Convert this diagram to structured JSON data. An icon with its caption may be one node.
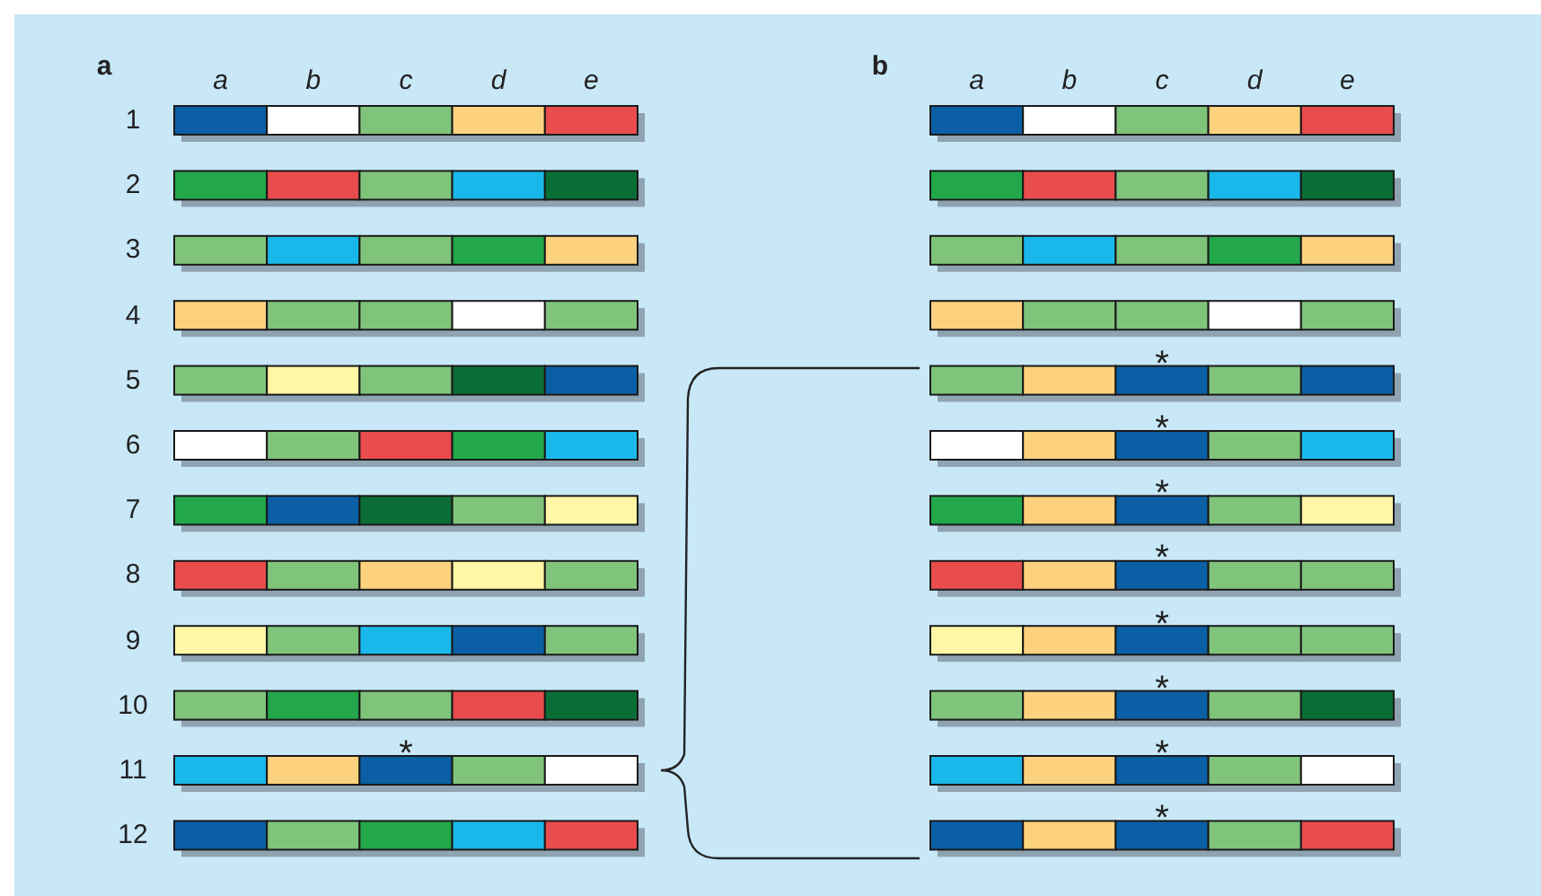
{
  "diagram": {
    "labels": [
      "a",
      "a",
      "b",
      "c",
      "d",
      "e",
      "b",
      "a",
      "b",
      "c",
      "d",
      "e",
      "1",
      "2",
      "3",
      "4",
      "*",
      "5",
      "*",
      "6",
      "*",
      "7",
      "*",
      "8",
      "*",
      "9",
      "*",
      "10",
      "*",
      "*",
      "11",
      "*",
      "12"
    ]
  }
}
